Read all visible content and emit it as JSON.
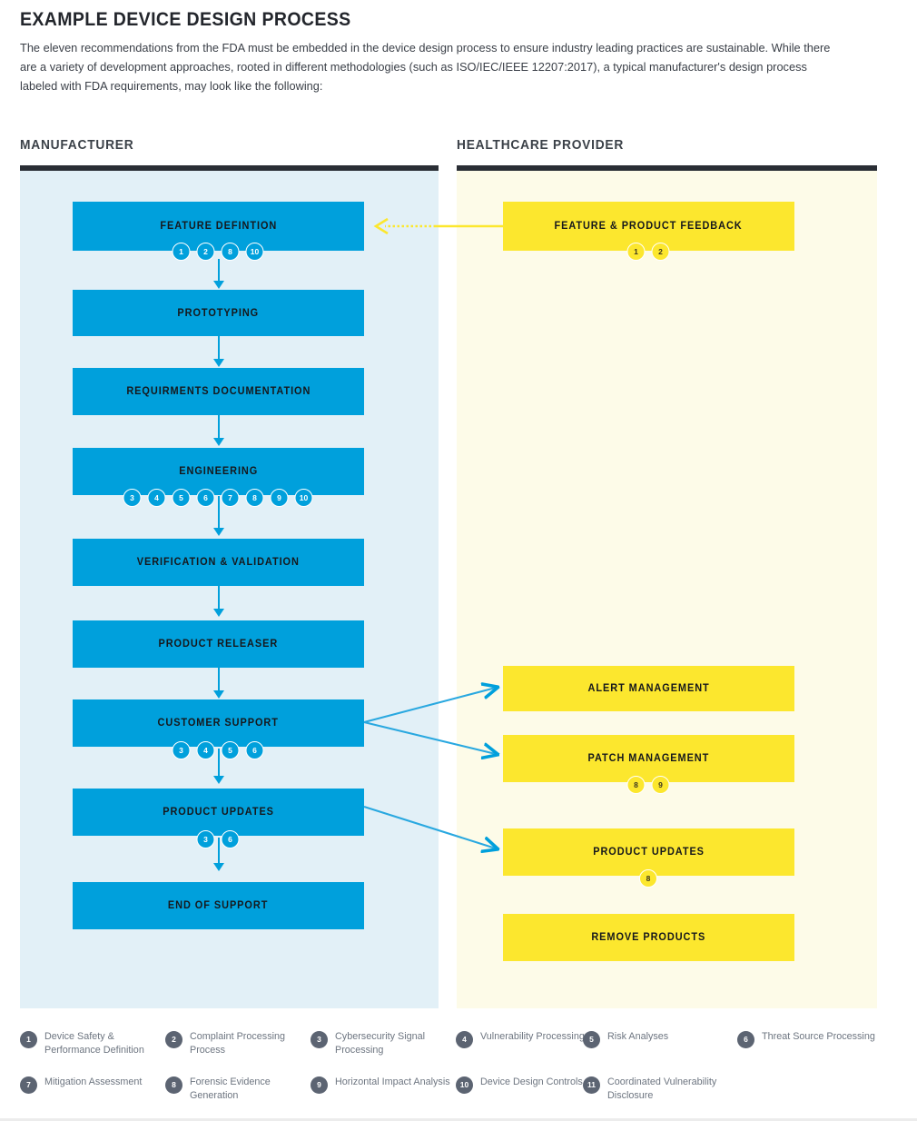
{
  "header": {
    "title": "EXAMPLE DEVICE DESIGN PROCESS",
    "intro": "The eleven recommendations from the FDA must be embedded in the device design process to ensure industry leading practices are sustainable. While there are a variety of development approaches, rooted in different methodologies (such as ISO/IEC/IEEE 12207:2017), a typical manufacturer's design process labeled with FDA requirements, may look like the following:"
  },
  "colors": {
    "blue": "#00a0dc",
    "yellow": "#fce72e",
    "lane_blue_bg": "#e2f0f7",
    "lane_yellow_bg": "#fdfbe8",
    "lane_rule": "#2a2e35",
    "legend_badge": "#5c6472"
  },
  "lanes": {
    "manufacturer": {
      "heading": "MANUFACTURER",
      "steps": [
        {
          "label": "FEATURE DEFINTION",
          "badges": [
            "1",
            "2",
            "8",
            "10"
          ]
        },
        {
          "label": "PROTOTYPING",
          "badges": []
        },
        {
          "label": "REQUIRMENTS DOCUMENTATION",
          "badges": []
        },
        {
          "label": "ENGINEERING",
          "badges": [
            "3",
            "4",
            "5",
            "6",
            "7",
            "8",
            "9",
            "10"
          ]
        },
        {
          "label": "VERIFICATION & VALIDATION",
          "badges": []
        },
        {
          "label": "PRODUCT RELEASER",
          "badges": []
        },
        {
          "label": "CUSTOMER SUPPORT",
          "badges": [
            "3",
            "4",
            "5",
            "6"
          ]
        },
        {
          "label": "PRODUCT UPDATES",
          "badges": [
            "3",
            "6"
          ]
        },
        {
          "label": "END OF SUPPORT",
          "badges": []
        }
      ]
    },
    "healthcare_provider": {
      "heading": "HEALTHCARE PROVIDER",
      "steps": [
        {
          "label": "FEATURE & PRODUCT FEEDBACK",
          "badges": [
            "1",
            "2"
          ]
        },
        {
          "label": "ALERT MANAGEMENT",
          "badges": []
        },
        {
          "label": "PATCH MANAGEMENT",
          "badges": [
            "8",
            "9"
          ]
        },
        {
          "label": "PRODUCT UPDATES",
          "badges": [
            "8"
          ]
        },
        {
          "label": "REMOVE PRODUCTS",
          "badges": []
        }
      ]
    }
  },
  "legend": [
    {
      "num": "1",
      "text": "Device Safety & Performance Definition"
    },
    {
      "num": "2",
      "text": "Complaint Processing Process"
    },
    {
      "num": "3",
      "text": "Cybersecurity Signal Processing"
    },
    {
      "num": "4",
      "text": "Vulnerability Processing"
    },
    {
      "num": "5",
      "text": "Risk Analyses"
    },
    {
      "num": "6",
      "text": "Threat Source Processing"
    },
    {
      "num": "7",
      "text": "Mitigation Assessment"
    },
    {
      "num": "8",
      "text": "Forensic Evidence Generation"
    },
    {
      "num": "9",
      "text": "Horizontal Impact Analysis"
    },
    {
      "num": "10",
      "text": "Device Design Controls"
    },
    {
      "num": "11",
      "text": "Coordinated Vulnerability Disclosure"
    }
  ]
}
